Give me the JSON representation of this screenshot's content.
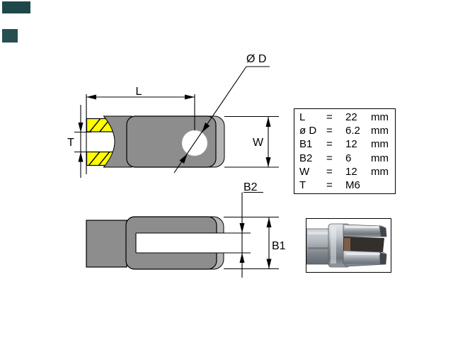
{
  "drawing": {
    "labels": {
      "length": "L",
      "diameter": "Ø D",
      "thread": "T",
      "width": "W",
      "slot_width": "B2",
      "fork_width": "B1"
    }
  },
  "table": {
    "equals": "=",
    "rows": [
      {
        "label": "L",
        "value": "22",
        "unit": "mm"
      },
      {
        "label": "ø D",
        "value": "6.2",
        "unit": "mm"
      },
      {
        "label": "B1",
        "value": "12",
        "unit": "mm"
      },
      {
        "label": "B2",
        "value": "6",
        "unit": "mm"
      },
      {
        "label": "W",
        "value": "12",
        "unit": "mm"
      },
      {
        "label": "T",
        "value": "M6",
        "unit": ""
      }
    ]
  },
  "colors": {
    "part_gray": "#8d8d8d",
    "part_highlight": "#b5b5b5",
    "thread_yellow": "#ffff00",
    "line_black": "#000000",
    "corner_artifact_teal": "#1f4749"
  }
}
